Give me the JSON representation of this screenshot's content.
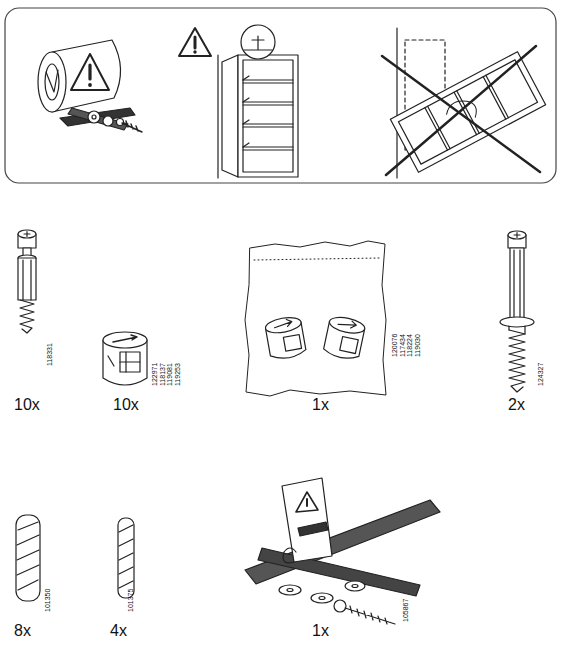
{
  "diagram": {
    "labels": [
      "10x",
      "118331",
      "10x",
      "122971 118137 119081 119253",
      "1x",
      "120076 117434 118224 119030",
      "2x",
      "124327",
      "8x",
      "101350",
      "4x",
      "101375",
      "1x",
      "105867"
    ]
  }
}
